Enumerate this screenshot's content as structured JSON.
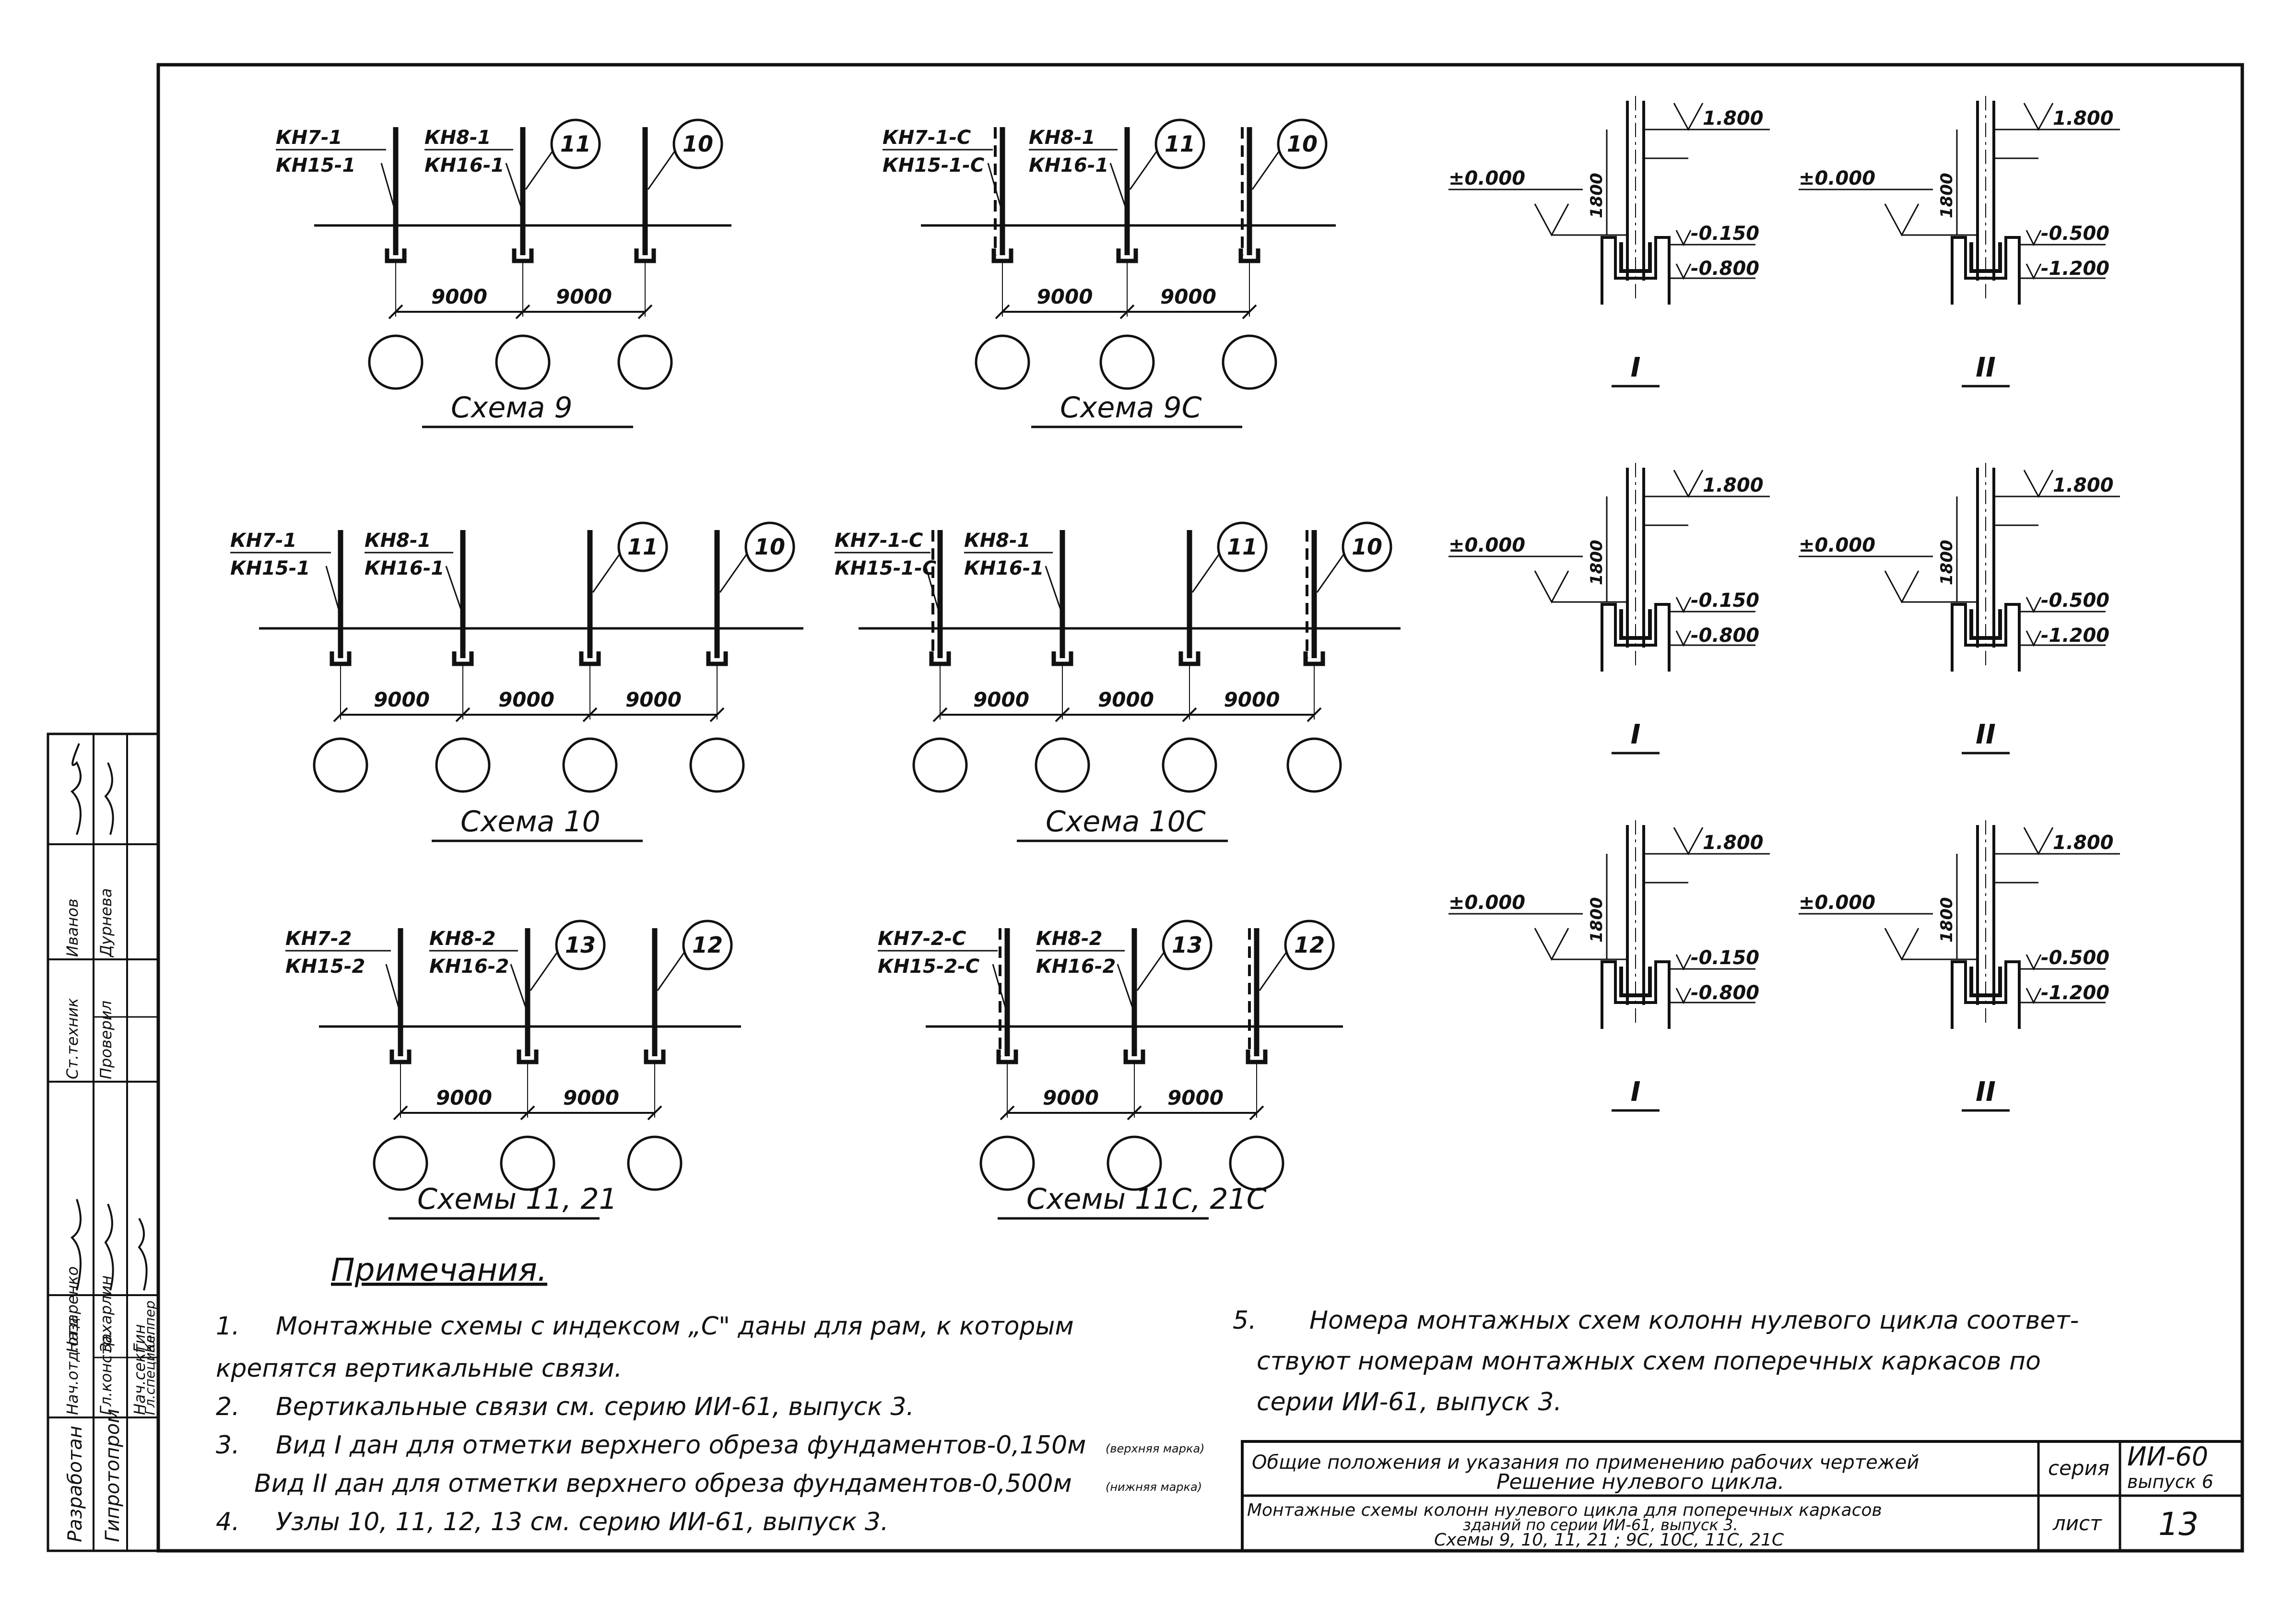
{
  "schemes": [
    {
      "id": "9",
      "title": "Схема 9",
      "left_top": "КН7-1",
      "left_bottom": "КН15-1",
      "mid_top": "КН8-1",
      "mid_bottom": "КН16-1",
      "node_a": "11",
      "node_b": "10",
      "span": "9000",
      "dashed": false,
      "cols": 3
    },
    {
      "id": "9C",
      "title": "Схема 9С",
      "left_top": "КН7-1-С",
      "left_bottom": "КН15-1-С",
      "mid_top": "КН8-1",
      "mid_bottom": "КН16-1",
      "node_a": "11",
      "node_b": "10",
      "span": "9000",
      "dashed": true,
      "cols": 3
    },
    {
      "id": "10",
      "title": "Схема 10",
      "left_top": "КН7-1",
      "left_bottom": "КН15-1",
      "mid_top": "КН8-1",
      "mid_bottom": "КН16-1",
      "node_a": "11",
      "node_b": "10",
      "span": "9000",
      "dashed": false,
      "cols": 4
    },
    {
      "id": "10C",
      "title": "Схема 10С",
      "left_top": "КН7-1-С",
      "left_bottom": "КН15-1-С",
      "mid_top": "КН8-1",
      "mid_bottom": "КН16-1",
      "node_a": "11",
      "node_b": "10",
      "span": "9000",
      "dashed": true,
      "cols": 4
    },
    {
      "id": "11",
      "title": "Схемы 11, 21",
      "left_top": "КН7-2",
      "left_bottom": "КН15-2",
      "mid_top": "КН8-2",
      "mid_bottom": "КН16-2",
      "node_a": "13",
      "node_b": "12",
      "span": "9000",
      "dashed": false,
      "cols": 3
    },
    {
      "id": "11C",
      "title": "Схемы 11С, 21С",
      "left_top": "КН7-2-С",
      "left_bottom": "КН15-2-С",
      "mid_top": "КН8-2",
      "mid_bottom": "КН16-2",
      "node_a": "13",
      "node_b": "12",
      "span": "9000",
      "dashed": true,
      "cols": 3
    }
  ],
  "views": [
    {
      "roman": "I",
      "zero": "±0.000",
      "top": "1.800",
      "height": "1800",
      "mark1": "-0.150",
      "mark2": "-0.800"
    },
    {
      "roman": "II",
      "zero": "±0.000",
      "top": "1.800",
      "height": "1800",
      "mark1": "-0.500",
      "mark2": "-1.200"
    }
  ],
  "notes": {
    "heading": "Примечания.",
    "n1_num": "1.",
    "n1_a": "Монтажные схемы с индексом „С\" даны для рам, к которым",
    "n1_b": "крепятся вертикальные связи.",
    "n2_num": "2.",
    "n2": "Вертикальные связи см. серию ИИ-61, выпуск 3.",
    "n3_num": "3.",
    "n3_a": "Вид I дан для отметки верхнего обреза фундаментов-0,150м",
    "n3_a_small": "(верхняя марка)",
    "n3_b": "Вид II дан для отметки верхнего обреза фундаментов-0,500м",
    "n3_b_small": "(нижняя марка)",
    "n4_num": "4.",
    "n4": "Узлы 10, 11, 12, 13  см. серию  ИИ-61, выпуск 3.",
    "n5_num": "5.",
    "n5_a": "Номера монтажных схем колонн нулевого цикла соответ-",
    "n5_b": "ствуют номерам монтажных схем поперечных каркасов по",
    "n5_c": "серии ИИ-61, выпуск 3."
  },
  "title_block": {
    "line1": "Общие положения и указания по применению рабочих чертежей",
    "line2": "Решение нулевого цикла.",
    "line3": "Монтажные схемы колонн нулевого цикла для поперечных каркасов",
    "line4": "зданий по серии ИИ-61, выпуск 3.",
    "line5": "Схемы 9, 10, 11, 21 ;  9С, 10С, 11С, 21С",
    "seria_label": "серия",
    "seria_value": "ИИ-60",
    "issue": "выпуск 6",
    "sheet_label": "лист",
    "sheet_value": "13"
  },
  "side_stamp": {
    "org1": "Разработан",
    "org2": "Гипротопром",
    "r1a": "Нач.отд.отд",
    "r1b": "Назаренко",
    "r2a": "Гл.констр.",
    "r2b": "Захарлин",
    "r3a": "Нач.сект.",
    "r3b": "Гин",
    "r4a": "Гл.специал.",
    "r4b": "Кеппер",
    "r5a": "Ст.техник",
    "r5b": "Иванов",
    "r6a": "Проверил",
    "r6b": "Дурнева"
  }
}
